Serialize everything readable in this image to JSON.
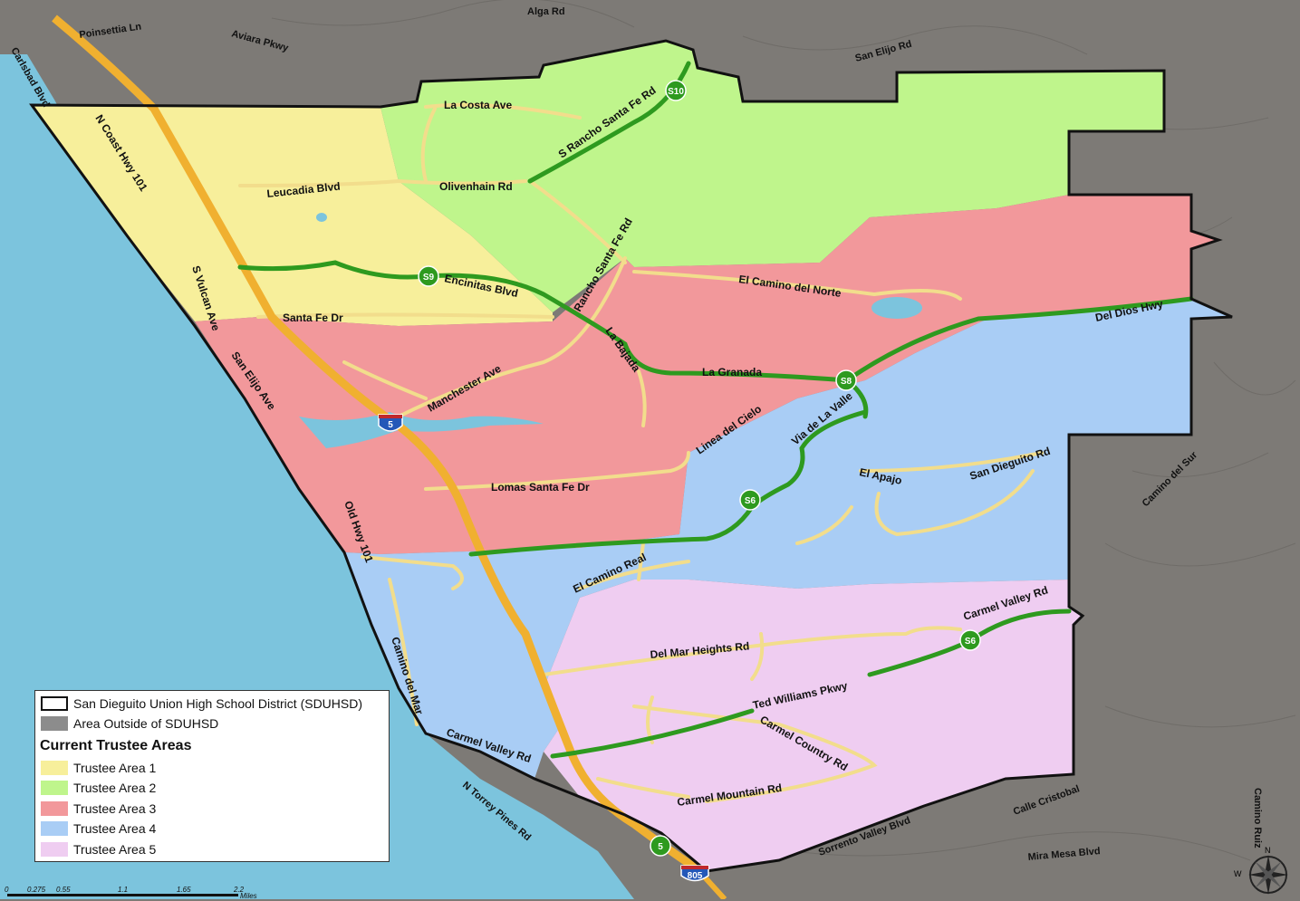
{
  "legend": {
    "district": "San Dieguito Union High School District (SDUHSD)",
    "outside": "Area Outside of SDUHSD",
    "heading": "Current Trustee Areas",
    "areas": [
      {
        "label": "Trustee Area 1",
        "color": "#f7ef9b"
      },
      {
        "label": "Trustee Area 2",
        "color": "#bff58c"
      },
      {
        "label": "Trustee Area 3",
        "color": "#f2989b"
      },
      {
        "label": "Trustee Area 4",
        "color": "#a9cdf5"
      },
      {
        "label": "Trustee Area 5",
        "color": "#efcdf1"
      }
    ],
    "outside_color": "#8c8c8c"
  },
  "colors": {
    "ocean": "#7cc4dd",
    "outside": "#7d7a76",
    "highway": "#f0b030",
    "state_route": "#2e9a1f",
    "road": "#f2dd8c"
  },
  "scale": {
    "ticks": [
      "0",
      "0.275",
      "0.55",
      "1.1",
      "1.65",
      "2.2"
    ],
    "unit": "Miles"
  },
  "compass": {
    "n": "N",
    "w": "W"
  },
  "shields": {
    "s10": "S10",
    "s9": "S9",
    "s8": "S8",
    "s6a": "S6",
    "s6b": "S6",
    "i5a": "5",
    "i5b": "5",
    "i805": "805"
  },
  "roads": {
    "alga": "Alga Rd",
    "poinsettia": "Poinsettia Ln",
    "aviara": "Aviara Pkwy",
    "san_elijo_rd": "San Elijo Rd",
    "carlsbad": "Carlsbad Blvd",
    "la_costa": "La Costa Ave",
    "rancho_sf_s": "S Rancho Santa Fe Rd",
    "ncoast": "N Coast Hwy 101",
    "leucadia": "Leucadia Blvd",
    "olivenhain": "Olivenhain Rd",
    "vulcan": "S Vulcan Ave",
    "encinitas": "Encinitas Blvd",
    "rancho_sf": "Rancho Santa Fe Rd",
    "ecdn": "El Camino del Norte",
    "santa_fe": "Santa Fe Dr",
    "del_dios": "Del Dios Hwy",
    "san_elijo_ave": "San Elijo Ave",
    "la_bajada": "La Bajada",
    "manchester": "Manchester Ave",
    "la_granada": "La Granada",
    "via_valle": "Via de La Valle",
    "linea": "Linea del Cielo",
    "el_apajo": "El Apajo",
    "san_dieguito": "San Dieguito Rd",
    "lomas": "Lomas Santa Fe Dr",
    "camino_sur": "Camino del Sur",
    "old_hwy": "Old Hwy 101",
    "ecr": "El Camino Real",
    "carmel_valley_rd_e": "Carmel Valley Rd",
    "del_mar_heights": "Del Mar Heights Rd",
    "camino_mar": "Camino del Mar",
    "ted_williams": "Ted Williams Pkwy",
    "carmel_country": "Carmel Country Rd",
    "carmel_valley_rd_w": "Carmel Valley Rd",
    "n_torrey": "N Torrey Pines Rd",
    "carmel_mountain": "Carmel Mountain Rd",
    "calle_cristobal": "Calle Cristobal",
    "camino_ruiz": "Camino Ruiz",
    "sorrento": "Sorrento Valley Blvd",
    "mira_mesa": "Mira Mesa Blvd"
  }
}
